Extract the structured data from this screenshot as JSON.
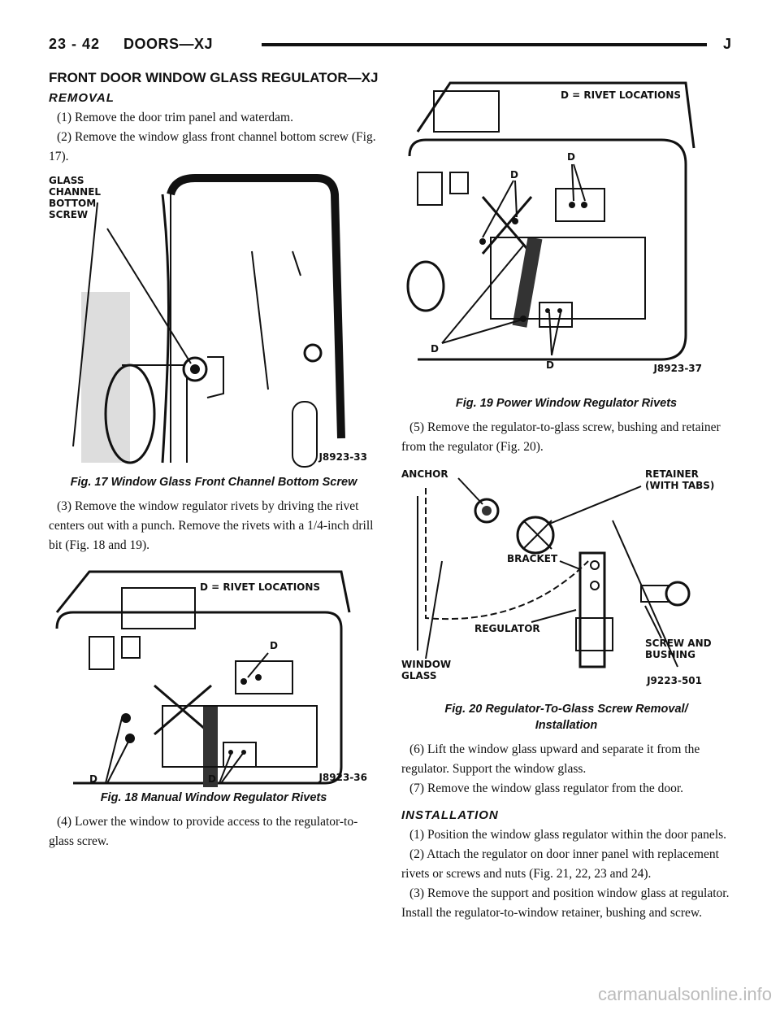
{
  "header": {
    "page_number": "23 - 42",
    "section": "DOORS—XJ",
    "letter": "J"
  },
  "title": "FRONT DOOR WINDOW GLASS REGULATOR—XJ",
  "removal": {
    "heading": "REMOVAL",
    "steps": [
      "(1) Remove the door trim panel and waterdam.",
      "(2) Remove the window glass front channel bottom screw (Fig. 17).",
      "(3) Remove the window regulator rivets by driving the rivet centers out with a punch. Remove the rivets with a 1/4-inch drill bit (Fig. 18 and 19).",
      "(4) Lower the window to provide access to the regulator-to-glass screw.",
      "(5) Remove the regulator-to-glass screw, bushing and retainer from the regulator (Fig. 20).",
      "(6) Lift the window glass upward and separate it from the regulator. Support the window glass.",
      "(7) Remove the window glass regulator from the door."
    ]
  },
  "installation": {
    "heading": "INSTALLATION",
    "steps": [
      "(1) Position the window glass regulator within the door panels.",
      "(2) Attach the regulator on door inner panel with replacement rivets or screws and nuts (Fig. 21, 22, 23 and 24).",
      "(3) Remove the support and position window glass at regulator. Install the regulator-to-window retainer, bushing and screw."
    ]
  },
  "figures": {
    "fig17": {
      "caption": "Fig. 17 Window Glass Front Channel Bottom Screw",
      "label": "GLASS CHANNEL BOTTOM SCREW",
      "code": "J8923-33"
    },
    "fig18": {
      "caption": "Fig. 18 Manual Window Regulator Rivets",
      "legend": "D = RIVET LOCATIONS",
      "marker": "D",
      "code": "J8923-36"
    },
    "fig19": {
      "caption": "Fig. 19 Power Window Regulator Rivets",
      "legend": "D = RIVET LOCATIONS",
      "marker": "D",
      "code": "J8923-37"
    },
    "fig20": {
      "caption_line1": "Fig. 20 Regulator-To-Glass Screw Removal/",
      "caption_line2": "Installation",
      "labels": {
        "anchor": "ANCHOR",
        "retainer": "RETAINER (WITH TABS)",
        "bracket": "BRACKET",
        "regulator": "REGULATOR",
        "window_glass": "WINDOW GLASS",
        "screw_bushing": "SCREW AND BUSHING"
      },
      "code": "J9223-501"
    }
  },
  "footer": {
    "watermark": "carmanualsonline.info"
  }
}
